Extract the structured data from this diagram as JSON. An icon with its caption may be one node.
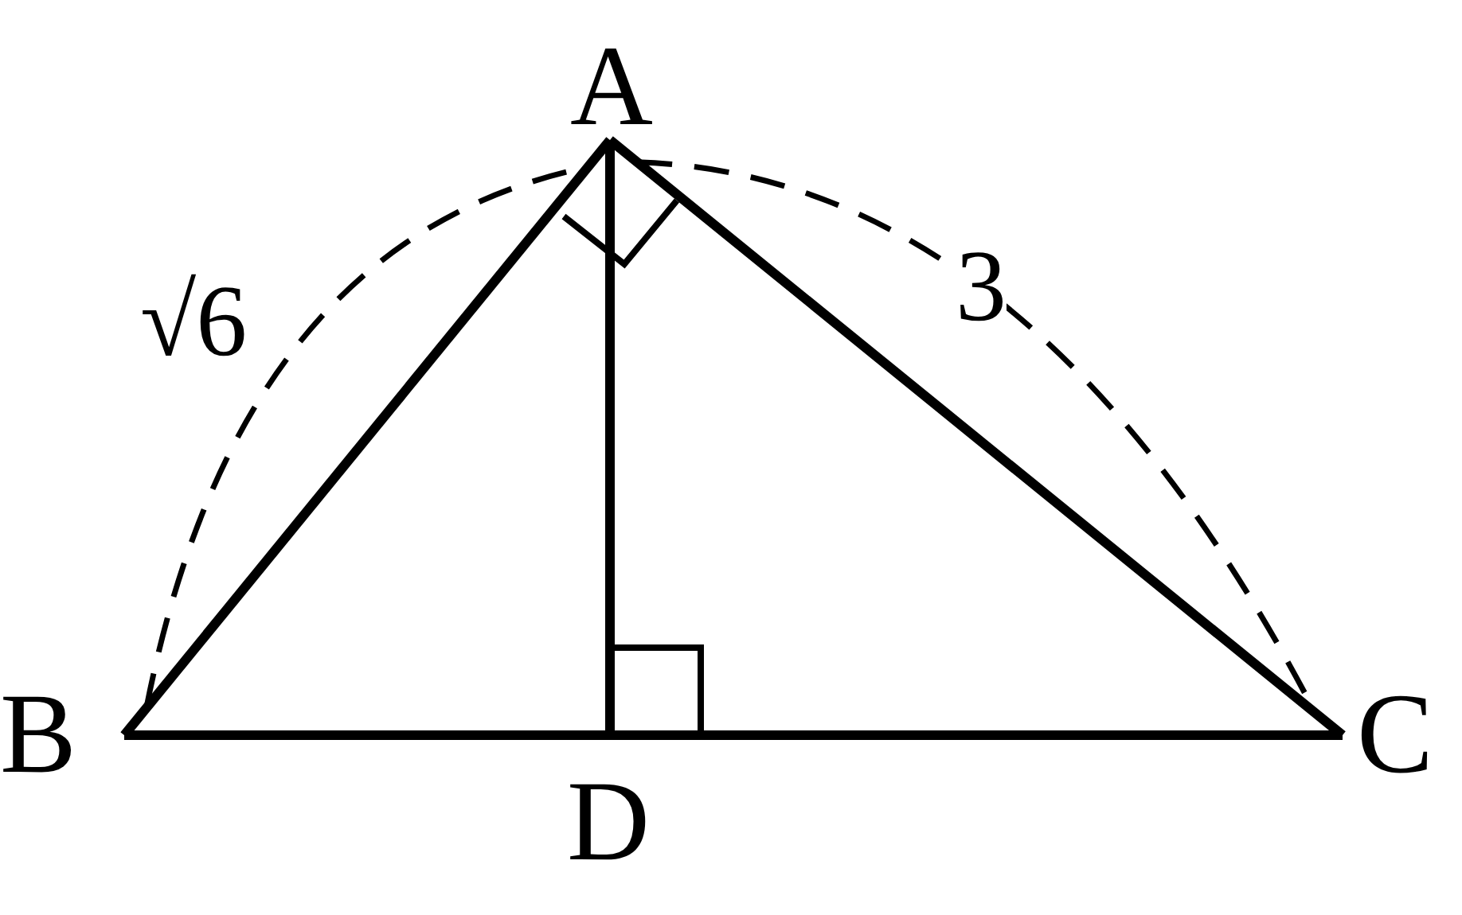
{
  "diagram": {
    "nodes": [
      {
        "text": [
          "A"
        ]
      },
      {
        "text": [
          "B"
        ]
      },
      {
        "text": [
          "C"
        ]
      },
      {
        "text": [
          "D"
        ]
      }
    ],
    "edges": [
      {
        "from": 0,
        "to": 1,
        "arrow": "none"
      },
      {
        "from": 0,
        "to": 2,
        "arrow": "none"
      },
      {
        "from": 0,
        "to": 3,
        "arrow": "none"
      },
      {
        "from": 1,
        "to": 3,
        "arrow": "none"
      },
      {
        "from": 3,
        "to": 2,
        "arrow": "none"
      },
      {
        "from": 1,
        "to": 0,
        "arrow": "none",
        "style": "dashed",
        "label": "√6"
      },
      {
        "from": 0,
        "to": 2,
        "arrow": "none",
        "style": "dashed",
        "label": "3"
      }
    ]
  }
}
